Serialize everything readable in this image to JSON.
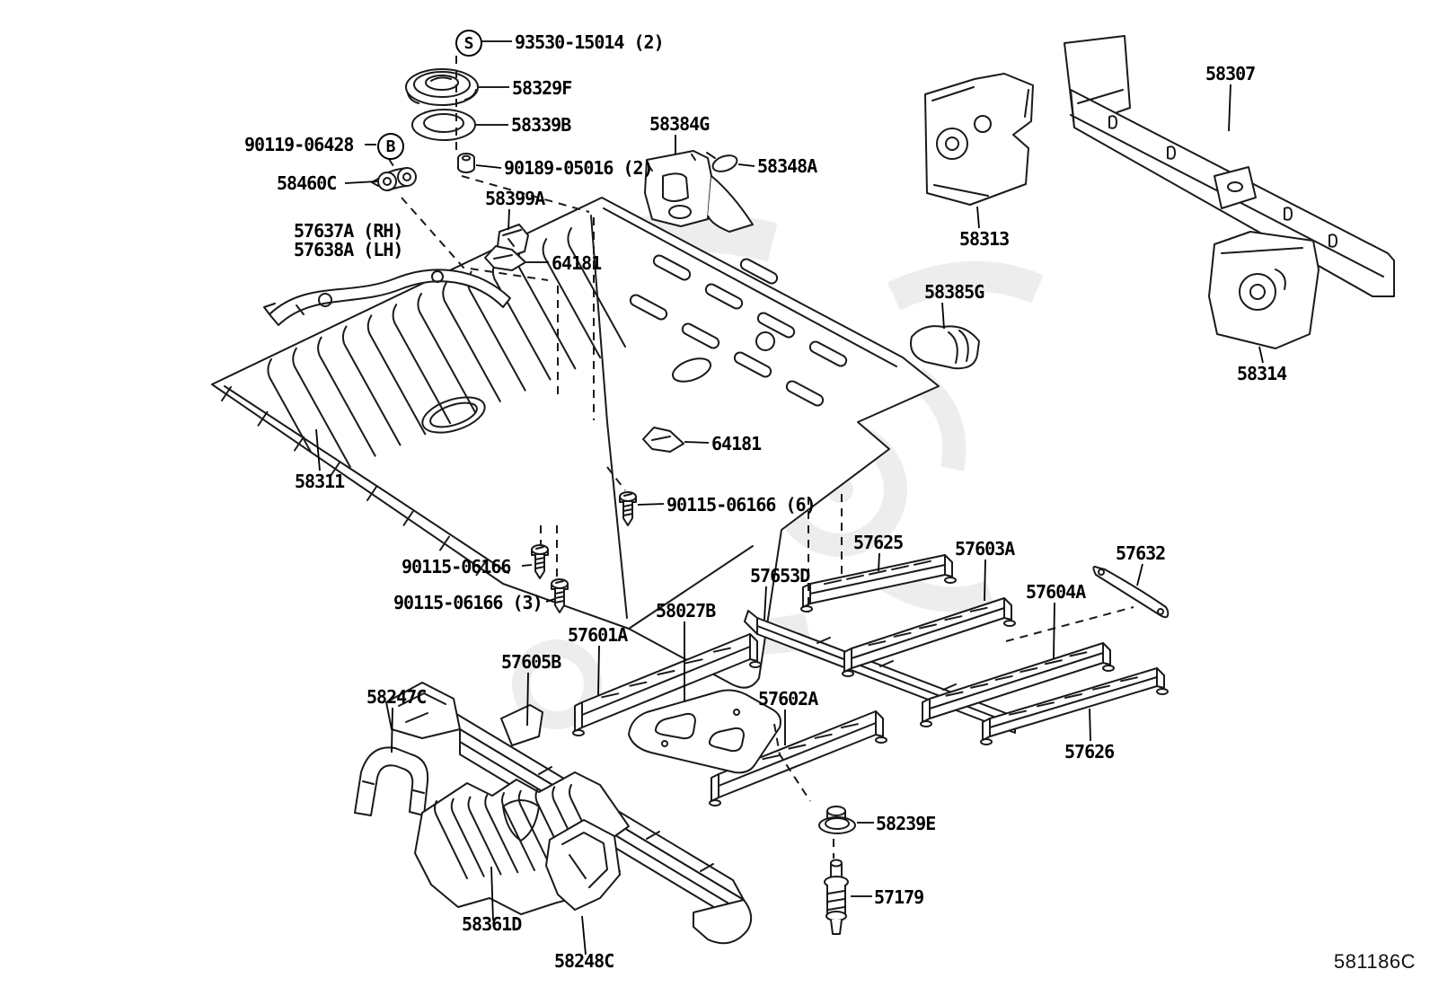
{
  "colors": {
    "background": "#ffffff",
    "line": "#1a1a1a",
    "watermark": "#ededed"
  },
  "symbols": {
    "s": "S",
    "b": "B"
  },
  "labels": {
    "s_bolt": "93530-15014 (2)",
    "grommet_58329f": "58329F",
    "ring_58339b": "58339B",
    "b_bolt": "90119-06428",
    "clip_58460c": "58460C",
    "nut_90189": "90189-05016 (2)",
    "bracket_58399a": "58399A",
    "bracket_58384g": "58384G",
    "clip_58348a": "58348A",
    "bracket_rh": "57637A (RH)",
    "bracket_lh": "57638A (LH)",
    "clip_64181_top": "64181",
    "clip_64181_mid": "64181",
    "floor_pan_58311": "58311",
    "panel_58313": "58313",
    "panel_58307": "58307",
    "panel_58314": "58314",
    "clip_58385g": "58385G",
    "screw_6": "90115-06166 (6)",
    "screw_plain": "90115-06166",
    "screw_3": "90115-06166 (3)",
    "rail_57625": "57625",
    "rail_57603a": "57603A",
    "strip_57632": "57632",
    "member_57653d": "57653D",
    "rail_57604a": "57604A",
    "panel_58027b": "58027B",
    "rail_57601a": "57601A",
    "member_57605b": "57605B",
    "rail_57602a": "57602A",
    "bracket_58247c": "58247C",
    "rail_57626": "57626",
    "grommet_58239e": "58239E",
    "bolt_57179": "57179",
    "panel_58361d": "58361D",
    "bracket_58248c": "58248C"
  },
  "footer": {
    "diagram_code": "581186C"
  }
}
